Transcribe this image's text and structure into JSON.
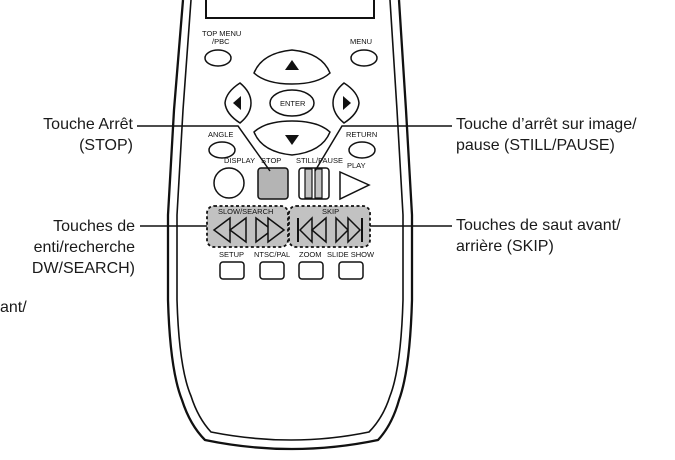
{
  "remote": {
    "keys": {
      "top_menu": "TOP MENU\n/PBC",
      "menu": "MENU",
      "enter": "ENTER",
      "angle": "ANGLE",
      "return": "RETURN",
      "display": "DISPLAY",
      "stop": "STOP",
      "still_pause": "STILL/PAUSE",
      "play": "PLAY",
      "slow_search": "SLOW/SEARCH",
      "skip": "SKIP",
      "setup": "SETUP",
      "ntsc_pal": "NTSC/PAL",
      "zoom": "ZOOM",
      "slide_show": "SLIDE SHOW"
    }
  },
  "callouts": {
    "stop": [
      "Touche Arrêt",
      "(STOP)"
    ],
    "still_pause": [
      "Touche d’arrêt sur image/",
      "pause (STILL/PAUSE)"
    ],
    "slow_search": [
      "Touches de",
      "enti/recherche",
      "DW/SEARCH)"
    ],
    "skip": [
      "Touches de saut avant/",
      "arrière (SKIP)"
    ],
    "partial": [
      "ant/"
    ]
  },
  "colors": {
    "line": "#111111",
    "stop_fill": "#b4b4b4",
    "highlight_fill": "#c2c2c2"
  }
}
